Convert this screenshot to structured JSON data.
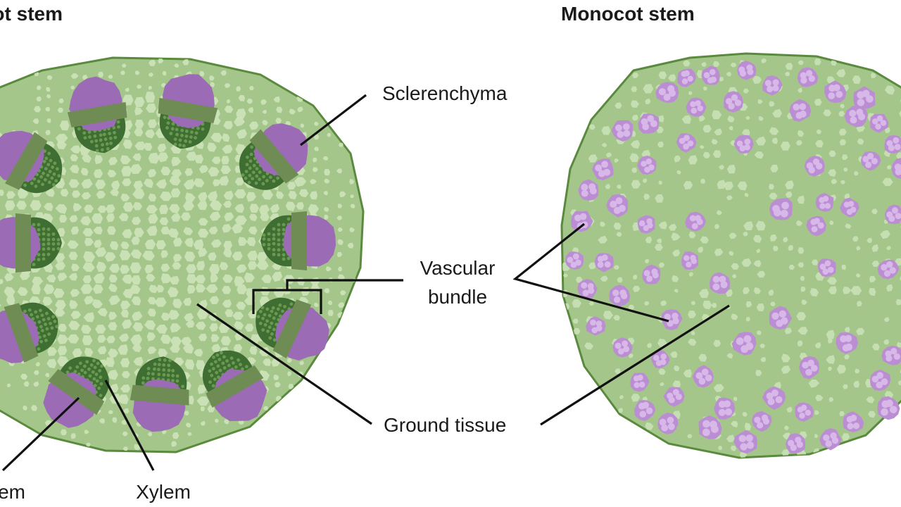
{
  "titles": {
    "dicot": "Dicot stem",
    "monocot": "Monocot stem"
  },
  "labels": {
    "sclerenchyma": "Sclerenchyma",
    "vascular_line1": "Vascular",
    "vascular_line2": "bundle",
    "ground_tissue": "Ground tissue",
    "phloem": "Phloem",
    "xylem": "Xylem"
  },
  "colors": {
    "ground_tissue": "#a4c68a",
    "stem_outline": "#5a8a3e",
    "parenchyma_cells": "#cde3b8",
    "sclerenchyma": "#9b6bb5",
    "phloem": "#6f8c55",
    "xylem": "#3f6e32",
    "xylem_cells": "#6a9a52",
    "monocot_bundle": "#bb8ed3",
    "monocot_bundle_cells": "#d8b8e8"
  }
}
